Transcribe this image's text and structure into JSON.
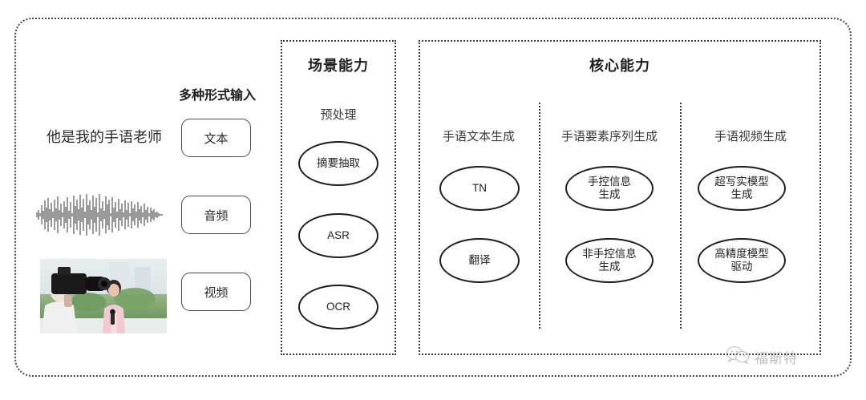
{
  "diagram": {
    "title_hidden": "",
    "input_section": {
      "heading": "多种形式输入",
      "sentence": "他是我的手语老师",
      "modalities": [
        {
          "label": "文本",
          "icon": "text-icon"
        },
        {
          "label": "音频",
          "icon": "audio-waveform-icon"
        },
        {
          "label": "视频",
          "icon": "video-thumbnail-icon"
        }
      ]
    },
    "scene_panel": {
      "title": "场景能力",
      "group_label": "预处理",
      "nodes": [
        "摘要抽取",
        "ASR",
        "OCR"
      ]
    },
    "core_panel": {
      "title": "核心能力",
      "columns": [
        {
          "label": "手语文本生成",
          "nodes": [
            "TN",
            "翻译"
          ]
        },
        {
          "label": "手语要素序列生成",
          "nodes": [
            "手控信息\n生成",
            "非手控信息\n生成"
          ]
        },
        {
          "label": "手语视频生成",
          "nodes": [
            "超写实模型\n生成",
            "高精度模型\n驱动"
          ]
        }
      ]
    },
    "watermark": {
      "text": "福斯特",
      "icon": "wechat-icon"
    },
    "colors": {
      "background": "#ffffff",
      "border_dotted": "#3d3d3d",
      "node_stroke": "#1d1d1d",
      "text": "#2b2b2b"
    }
  }
}
